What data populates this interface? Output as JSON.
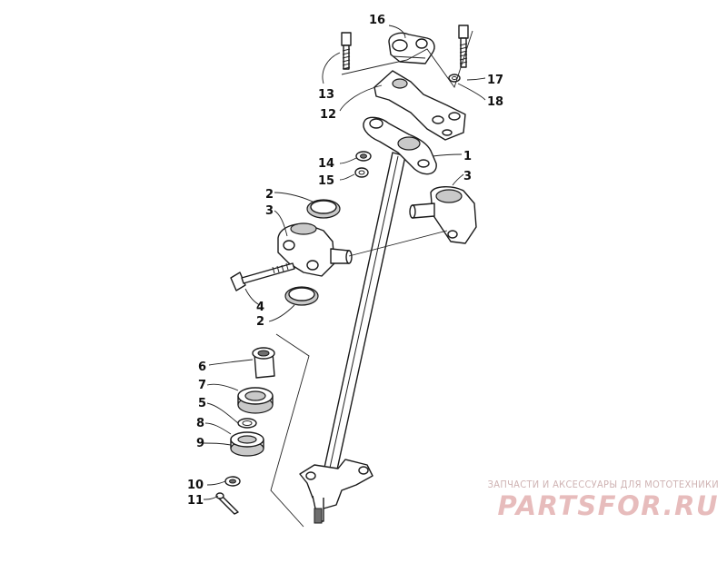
{
  "callouts": [
    {
      "id": "c16",
      "label": "16"
    },
    {
      "id": "c17",
      "label": "17"
    },
    {
      "id": "c18",
      "label": "18"
    },
    {
      "id": "c13",
      "label": "13"
    },
    {
      "id": "c12",
      "label": "12"
    },
    {
      "id": "c1",
      "label": "1"
    },
    {
      "id": "c14",
      "label": "14"
    },
    {
      "id": "c15",
      "label": "15"
    },
    {
      "id": "c3r",
      "label": "3"
    },
    {
      "id": "c2a",
      "label": "2"
    },
    {
      "id": "c3l",
      "label": "3"
    },
    {
      "id": "c4",
      "label": "4"
    },
    {
      "id": "c2b",
      "label": "2"
    },
    {
      "id": "c6",
      "label": "6"
    },
    {
      "id": "c7",
      "label": "7"
    },
    {
      "id": "c5",
      "label": "5"
    },
    {
      "id": "c8",
      "label": "8"
    },
    {
      "id": "c9",
      "label": "9"
    },
    {
      "id": "c10",
      "label": "10"
    },
    {
      "id": "c11",
      "label": "11"
    }
  ],
  "watermark": {
    "tagline": "ЗАПЧАСТИ И АКСЕССУАРЫ ДЛЯ МОТОТЕХНИКИ",
    "logo": "PARTSFOR.RU"
  }
}
